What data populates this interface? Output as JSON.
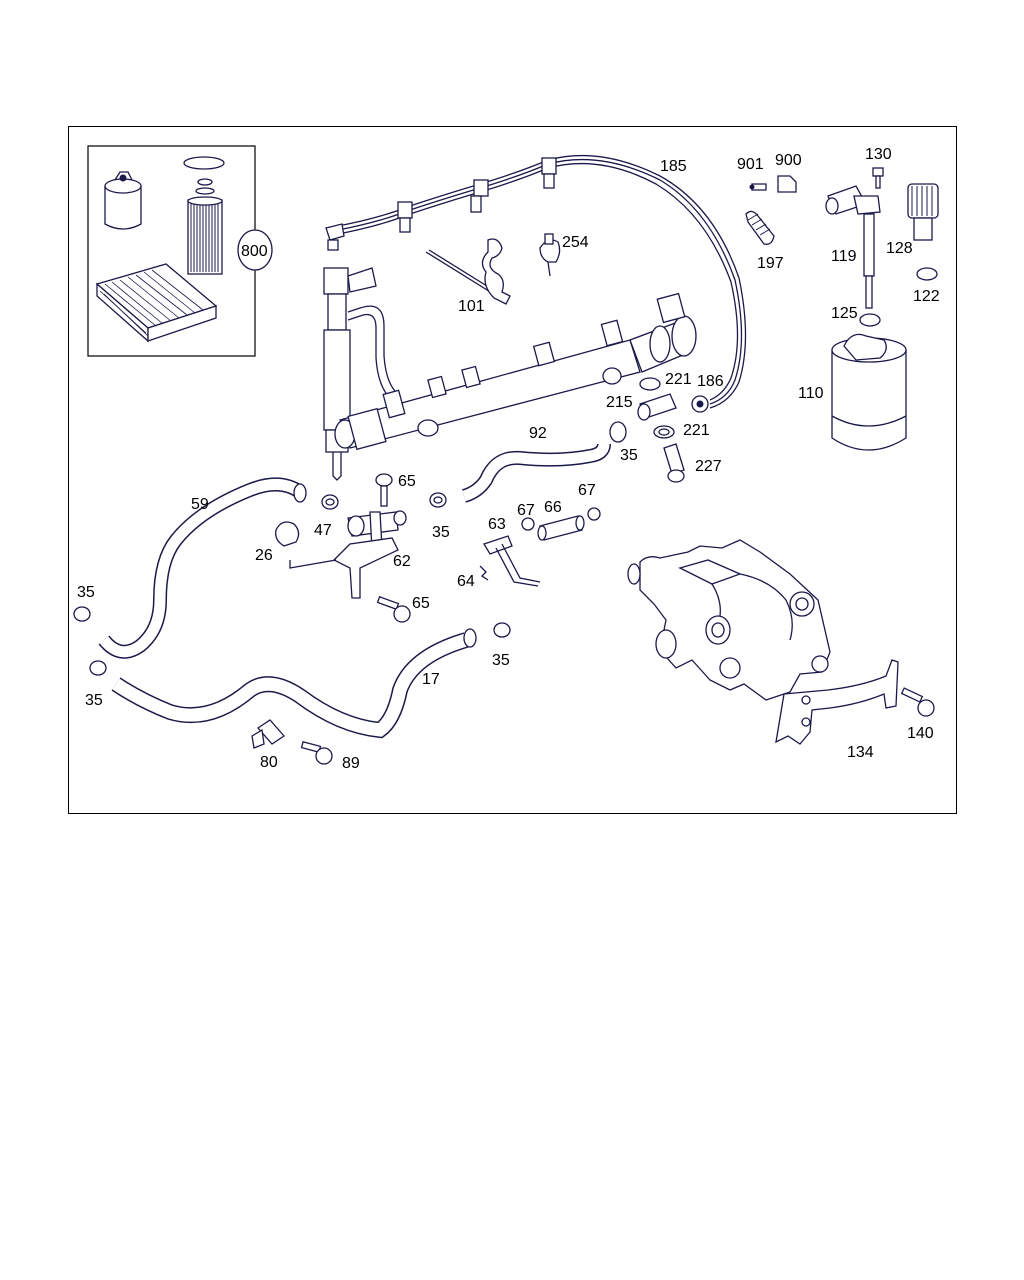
{
  "labels": {
    "l800": "800",
    "l185": "185",
    "l901": "901",
    "l900": "900",
    "l130": "130",
    "l254": "254",
    "l101": "101",
    "l197": "197",
    "l119": "119",
    "l128": "128",
    "l122": "122",
    "l125": "125",
    "l110": "110",
    "l221a": "221",
    "l186": "186",
    "l215": "215",
    "l221b": "221",
    "l92": "92",
    "l35a": "35",
    "l227": "227",
    "l65a": "65",
    "l59": "59",
    "l47": "47",
    "l35b": "35",
    "l67a": "67",
    "l66": "66",
    "l67b": "67",
    "l26": "26",
    "l62": "62",
    "l63": "63",
    "l64": "64",
    "l35c": "35",
    "l65b": "65",
    "l35d": "35",
    "l17": "17",
    "l35e": "35",
    "l80": "80",
    "l89": "89",
    "l134": "134",
    "l140": "140"
  },
  "colors": {
    "line": "#1a1a4a",
    "frame": "#000000",
    "background": "#ffffff"
  }
}
